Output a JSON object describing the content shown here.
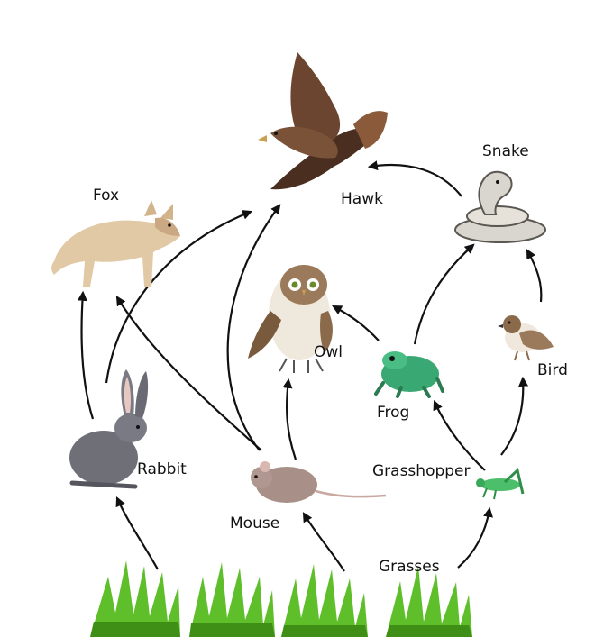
{
  "labels": {
    "fox": "Fox",
    "hawk": "Hawk",
    "snake": "Snake",
    "owl": "Owl",
    "frog": "Frog",
    "bird": "Bird",
    "rabbit": "Rabbit",
    "mouse": "Mouse",
    "grasshopper": "Grasshopper",
    "grasses": "Grasses"
  },
  "colors": {
    "arrow": "#111111",
    "grass": "#5fbf2a",
    "grass_dark": "#3f8f16",
    "fox": "#e2c9a6",
    "hawk": "#5a3a2a",
    "snake": "#d9d6cf",
    "owl": "#8a6a4a",
    "frog": "#3aa872",
    "bird": "#9a7a5a",
    "rabbit": "#6f6f78",
    "mouse": "#a89088",
    "grasshopper": "#4cbf6a"
  }
}
